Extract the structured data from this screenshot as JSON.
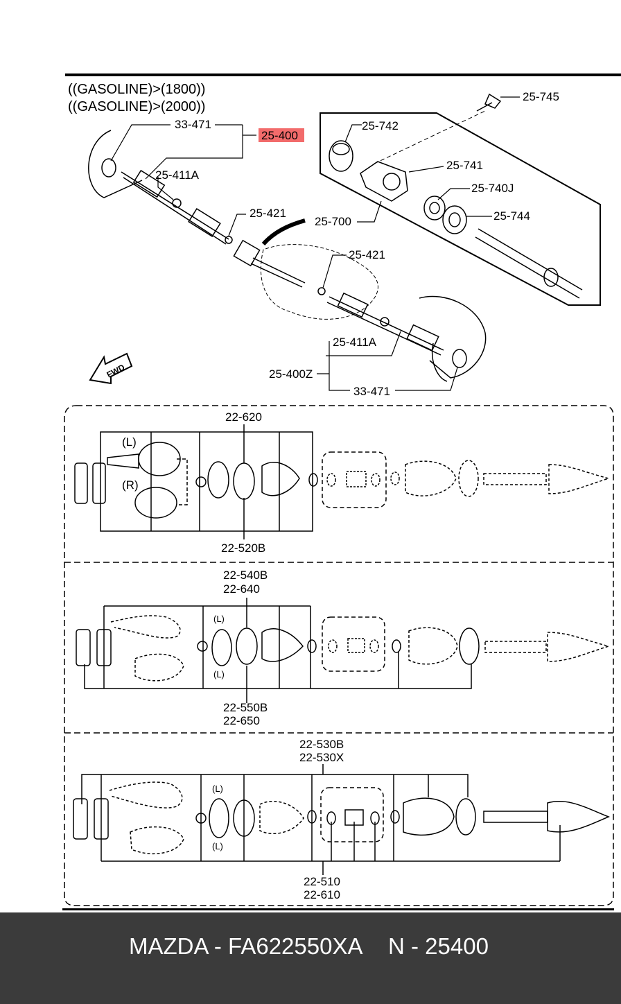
{
  "header": {
    "line1": "((GASOLINE)>(1800))",
    "line2": "((GASOLINE)>(2000))"
  },
  "callouts": {
    "c_33_471_top": "33-471",
    "c_25_400": "25-400",
    "c_25_411A_top": "25-411A",
    "c_25_421_a": "25-421",
    "c_25_421_b": "25-421",
    "c_25_742": "25-742",
    "c_25_745": "25-745",
    "c_25_741": "25-741",
    "c_25_740J": "25-740J",
    "c_25_744": "25-744",
    "c_25_700": "25-700",
    "c_25_411A_bot": "25-411A",
    "c_25_400Z": "25-400Z",
    "c_33_471_bot": "33-471",
    "fwd": "FWD"
  },
  "panels": {
    "p1_top": "22-620",
    "p1_bot": "22-520B",
    "p2_top1": "22-540B",
    "p2_top2": "22-640",
    "p2_bot1": "22-550B",
    "p2_bot2": "22-650",
    "p3_top1": "22-530B",
    "p3_top2": "22-530X",
    "p3_bot1": "22-510",
    "p3_bot2": "22-610",
    "side_L": "(L)",
    "side_R": "(R)",
    "small_L": "(L)"
  },
  "footer": {
    "brand_part": "MAZDA - FA622550XA",
    "number": "N - 25400"
  },
  "colors": {
    "highlight": "#f26b6b",
    "footer_bg": "#3b3b3b",
    "footer_text": "#ffffff"
  }
}
